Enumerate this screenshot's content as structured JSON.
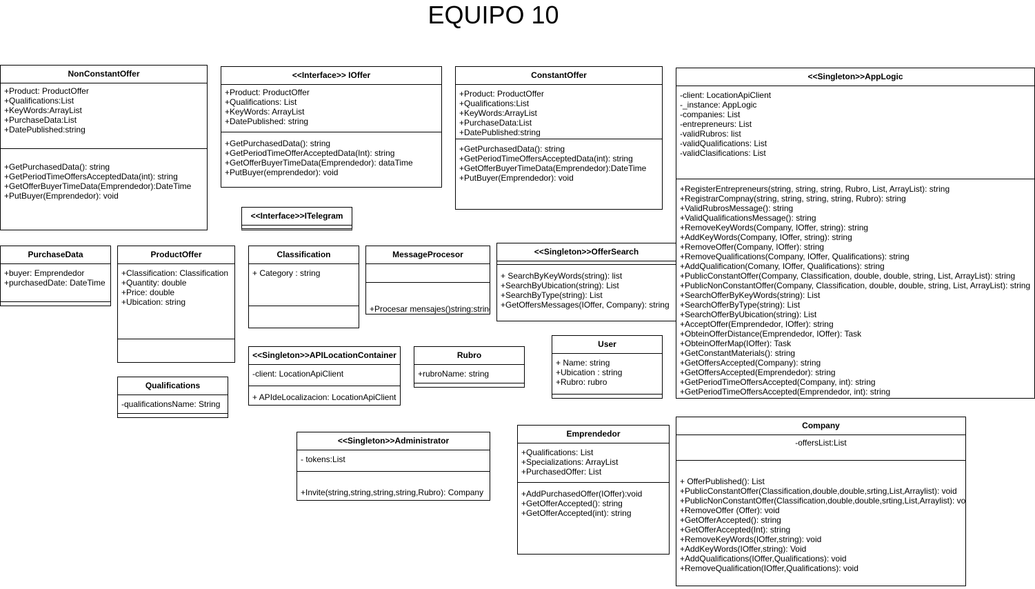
{
  "diagram": {
    "title": "EQUIPO 10",
    "classes": {
      "nonConstantOffer": {
        "name": "NonConstantOffer",
        "attributes": [
          "+Product: ProductOffer",
          "+Qualifications:List",
          "+KeyWords:ArrayList",
          "+PurchaseData:List",
          "+DatePublished:string"
        ],
        "methods": [
          "+GetPurchasedData(): string",
          "+GetPeriodTimeOffersAcceptedData(int): string",
          "+GetOfferBuyerTimeData(Emprendedor):DateTime",
          "+PutBuyer(Emprendedor): void"
        ]
      },
      "iOffer": {
        "name": "<<Interface>> IOffer",
        "attributes": [
          "+Product: ProductOffer",
          "+Qualifications: List",
          "+KeyWords: ArrayList",
          "+DatePublished: string"
        ],
        "methods": [
          "+GetPurchasedData(): string",
          "+GetPeriodTimeOfferAcceptedData(Int): string",
          "+GetOfferBuyerTimeData(Emprendedor): dataTime",
          "+PutBuyer(emprendedor): void"
        ]
      },
      "constantOffer": {
        "name": "ConstantOffer",
        "attributes": [
          "+Product: ProductOffer",
          "+Qualifications:List",
          "+KeyWords:ArrayList",
          "+PurchaseData:List",
          "+DatePublished:string"
        ],
        "methods": [
          "+GetPurchasedData(): string",
          "+GetPeriodTimeOffersAcceptedData(int): string",
          "+GetOfferBuyerTimeData(Emprendedor):DateTime",
          "+PutBuyer(Emprendedor): void"
        ]
      },
      "appLogic": {
        "name": "<<Singleton>>AppLogic",
        "attributes": [
          "-client: LocationApiClient",
          "-_instance: AppLogic",
          "-companies: List",
          "-entrepreneurs: List",
          "-validRubros: list",
          "-validQualifications: List",
          "-validClasifications: List"
        ],
        "methods": [
          "+RegisterEntrepreneurs(string, string, string, Rubro, List, ArrayList): string",
          "+RegistrarCompnay(string, string, string, string, Rubro): string",
          "+ValidRubrosMessage(): string",
          "+ValidQualificationsMessage(): string",
          "+RemoveKeyWords(Company, IOffer, string): string",
          "+AddKeyWords(Company, IOffer, string): string",
          "+RemoveOffer(Company, IOffer): string",
          "+RemoveQualifications(Company, IOffer, Qualifications): string",
          "+AddQualification(Comany, IOffer, Qualifications): string",
          "+PublicConstantOffer(Company, Classification, double, double, string, List, ArrayList): string",
          "+PublicNonConstantOffer(Company, Classification, double, double, string, List, ArrayList): string",
          "+SearchOfferByKeyWords(string): List",
          "+SearchOfferByType(string): List",
          "+SearchOfferByUbication(string): List",
          "+AcceptOffer(Emprendedor, IOffer): string",
          "+ObteinOfferDistance(Emprendedor, IOffer): Task",
          "+ObteinOfferMap(IOffer): Task",
          "+GetConstantMaterials(): string",
          "+GetOffersAccepted(Company): string",
          "+GetOffersAccepted(Emprendedor): string",
          "+GetPeriodTimeOffersAccepted(Company, int): string",
          "+GetPeriodTimeOffersAccepted(Emprendedor, int): string"
        ]
      },
      "iTelegram": {
        "name": "<<Interface>>ITelegram",
        "attributes": [],
        "methods": []
      },
      "purchaseData": {
        "name": "PurchaseData",
        "attributes": [
          "+buyer: Emprendedor",
          "+purchasedDate: DateTime"
        ],
        "methods": []
      },
      "productOffer": {
        "name": "ProductOffer",
        "attributes": [
          "+Classification: Classification",
          "+Quantity: double",
          "+Price: double",
          "+Ubication: string"
        ],
        "methods": []
      },
      "classification": {
        "name": "Classification",
        "attributes": [
          "+ Category : string"
        ],
        "methods": []
      },
      "messageProcesor": {
        "name": "MessageProcesor",
        "attributes": [],
        "methods": [
          "+Procesar mensajes()string:string"
        ]
      },
      "offerSearch": {
        "name": "<<Singleton>>OfferSearch",
        "attributes": [],
        "methods": [
          "+ SearchByKeyWords(string): list",
          "+SearchByUbication(string): List",
          "+SearchByType(string): List",
          "+GetOffersMessages(IOffer, Company): string"
        ]
      },
      "qualifications": {
        "name": "Qualifications",
        "attributes": [
          "-qualificationsName: String"
        ],
        "methods": []
      },
      "apiLocationContainer": {
        "name": "<<Singleton>>APILocationContainer",
        "attributes": [
          "-client: LocationApiClient"
        ],
        "methods": [
          "+ APIdeLocalizacion: LocationApiClient"
        ]
      },
      "rubro": {
        "name": "Rubro",
        "attributes": [
          "+rubroName: string"
        ],
        "methods": []
      },
      "user": {
        "name": "User",
        "attributes": [
          "+ Name: string",
          "+Ubication : string",
          "+Rubro: rubro"
        ],
        "methods": []
      },
      "administrator": {
        "name": "<<Singleton>>Administrator",
        "attributes": [
          "- tokens:List"
        ],
        "methods": [
          "+Invite(string,string,string,string,Rubro): Company"
        ]
      },
      "emprendedor": {
        "name": "Emprendedor",
        "attributes": [
          "+Qualifications: List",
          "+Specializations: ArrayList",
          "+PurchasedOffer: List"
        ],
        "methods": [
          "+AddPurchasedOffer(IOffer):void",
          "+GetOfferAccepted(): string",
          "+GetOfferAccepted(int): string"
        ]
      },
      "company": {
        "name": "Company",
        "attributes": [
          "-offersList:List"
        ],
        "methods": [
          "+ OfferPublished(): List",
          "+PublicConstantOffer(Classification,double,double,srting,List,Arraylist): void",
          "+PublicNonConstantOffer(Classification,double,double,srting,List,Arraylist): void",
          "+RemoveOffer (Offer): void",
          "+GetOfferAccepted(): string",
          "+GetOfferAccepted(Int): string",
          "+RemoveKeyWords(IOffer,string): void",
          "+AddKeyWords(IOffer,string): Void",
          "+AddQualifications(IOffer,Qualifications): void",
          "+RemoveQualification(IOffer,Qualifications): void"
        ]
      }
    }
  }
}
